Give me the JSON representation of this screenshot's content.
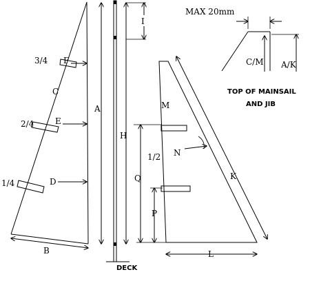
{
  "labels": {
    "max": "MAX 20mm",
    "cm": "C/M",
    "ak": "A/K",
    "top_line1": "TOP OF MAINSAIL",
    "top_line2": "AND JIB",
    "deck": "DECK",
    "F": "F",
    "E": "E",
    "D": "D",
    "C": "C",
    "A": "A",
    "B": "B",
    "H": "H",
    "I": "I",
    "M": "M",
    "N": "N",
    "Q": "Q",
    "P": "P",
    "K": "K",
    "L": "L",
    "q34": "3/4",
    "q24": "2/4",
    "q14": "1/4",
    "half": "1/2"
  }
}
